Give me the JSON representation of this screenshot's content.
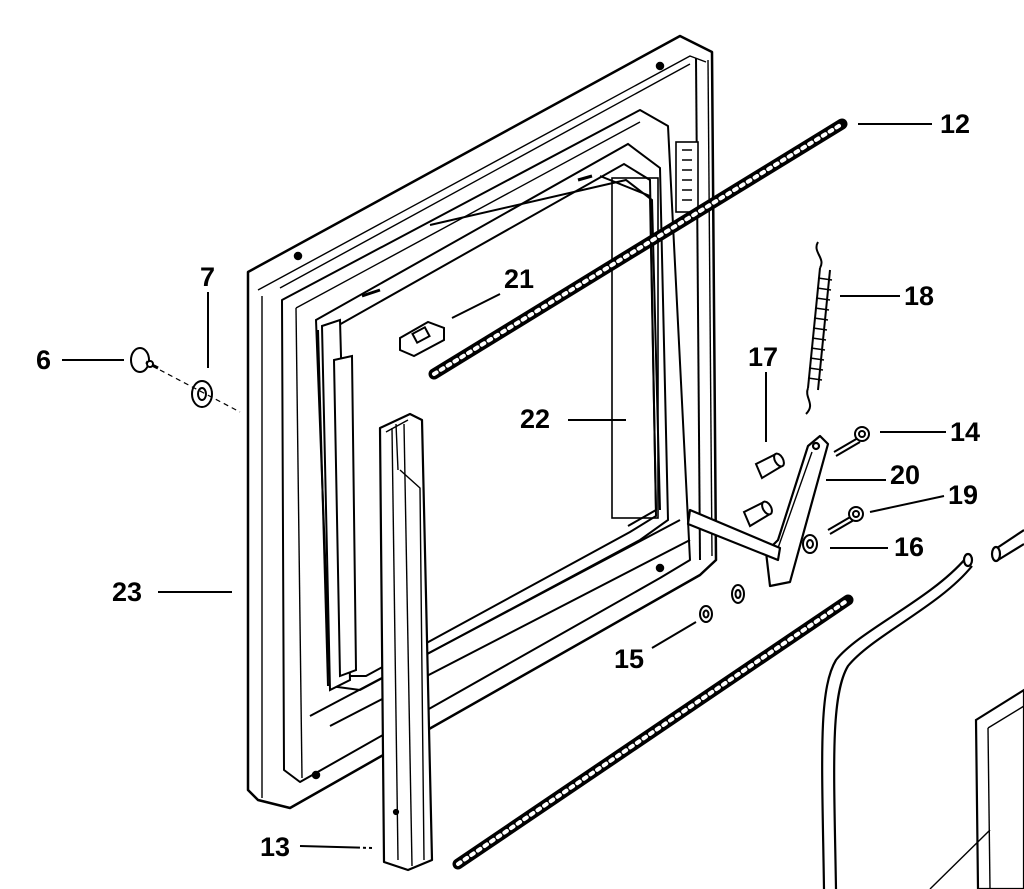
{
  "labels": {
    "p6": "6",
    "p7": "7",
    "p12": "12",
    "p13": "13",
    "p14": "14",
    "p15": "15",
    "p16": "16",
    "p17": "17",
    "p18": "18",
    "p19": "19",
    "p20": "20",
    "p21": "21",
    "p22": "22",
    "p23": "23"
  },
  "colors": {
    "ink": "#000000",
    "paper": "#ffffff"
  }
}
